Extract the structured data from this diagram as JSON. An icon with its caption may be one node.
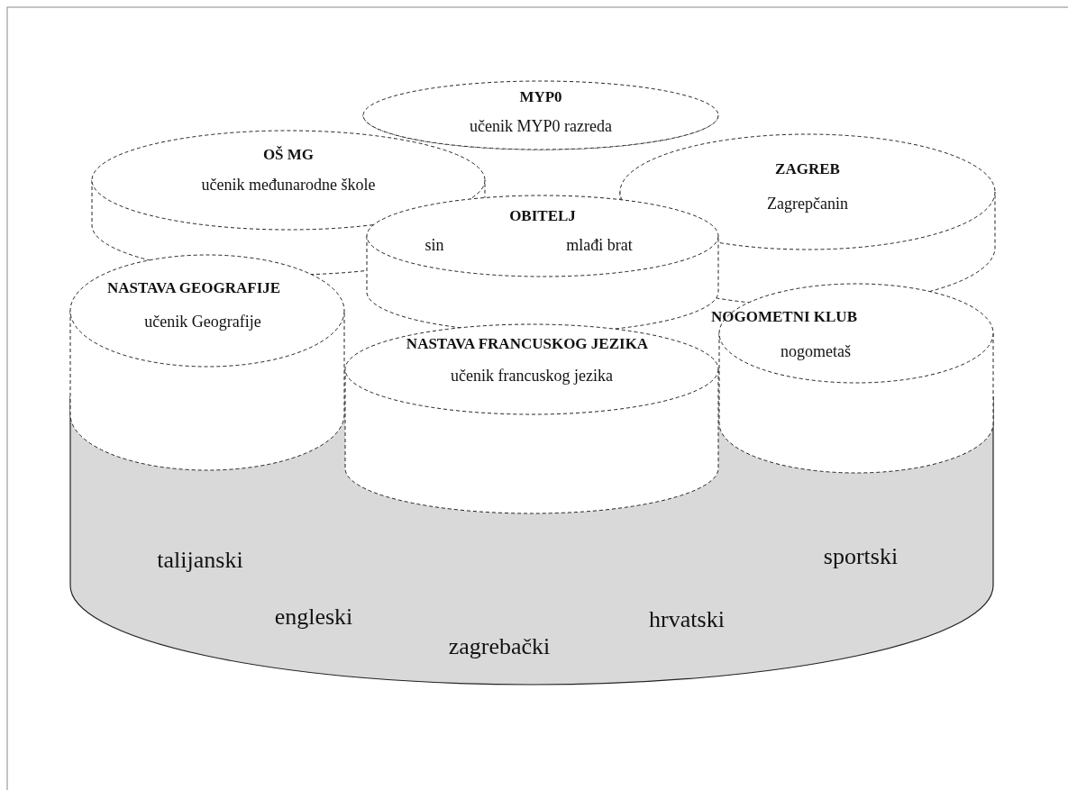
{
  "diagram": {
    "nodes": [
      {
        "text": [
          "talijanski",
          "engleski",
          "zagrebački",
          "hrvatski",
          "sportski"
        ]
      },
      {
        "text": [
          "MYP0",
          "učenik MYP0 razreda"
        ]
      },
      {
        "text": [
          "OŠ MG",
          "učenik međunarodne škole"
        ]
      },
      {
        "text": [
          "ZAGREB",
          "Zagrepčanin"
        ]
      },
      {
        "text": [
          "OBITELJ",
          "sin",
          "mlađi brat"
        ]
      },
      {
        "text": [
          "NASTAVA GEOGRAFIJE",
          "učenik Geografije"
        ]
      },
      {
        "text": [
          "NOGOMETNI KLUB",
          "nogometaš"
        ]
      },
      {
        "text": [
          "NASTAVA FRANCUSKOG JEZIKA",
          "učenik francuskog jezika"
        ]
      }
    ]
  }
}
